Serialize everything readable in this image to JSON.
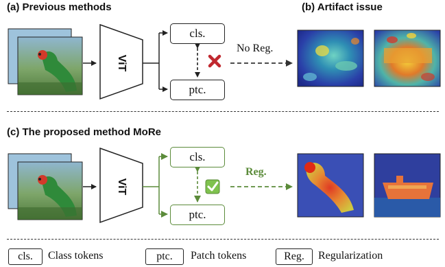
{
  "sections": {
    "a_title": "(a) Previous methods",
    "b_title": "(b) Artifact issue",
    "c_title": "(c) The proposed method MoRe"
  },
  "top": {
    "encoder_label": "ViT",
    "cls_label": "cls.",
    "ptc_label": "ptc.",
    "arrow_label": "No Reg."
  },
  "bottom": {
    "encoder_label": "ViT",
    "cls_label": "cls.",
    "ptc_label": "ptc.",
    "arrow_label": "Reg."
  },
  "legend": [
    {
      "key": "cls.",
      "text": "Class tokens"
    },
    {
      "key": "ptc.",
      "text": "Patch tokens"
    },
    {
      "key": "Reg.",
      "text": "Regularization"
    }
  ],
  "colors": {
    "green": "#5b8b3a",
    "cross": "#c0282f",
    "check": "#7fc24e"
  }
}
